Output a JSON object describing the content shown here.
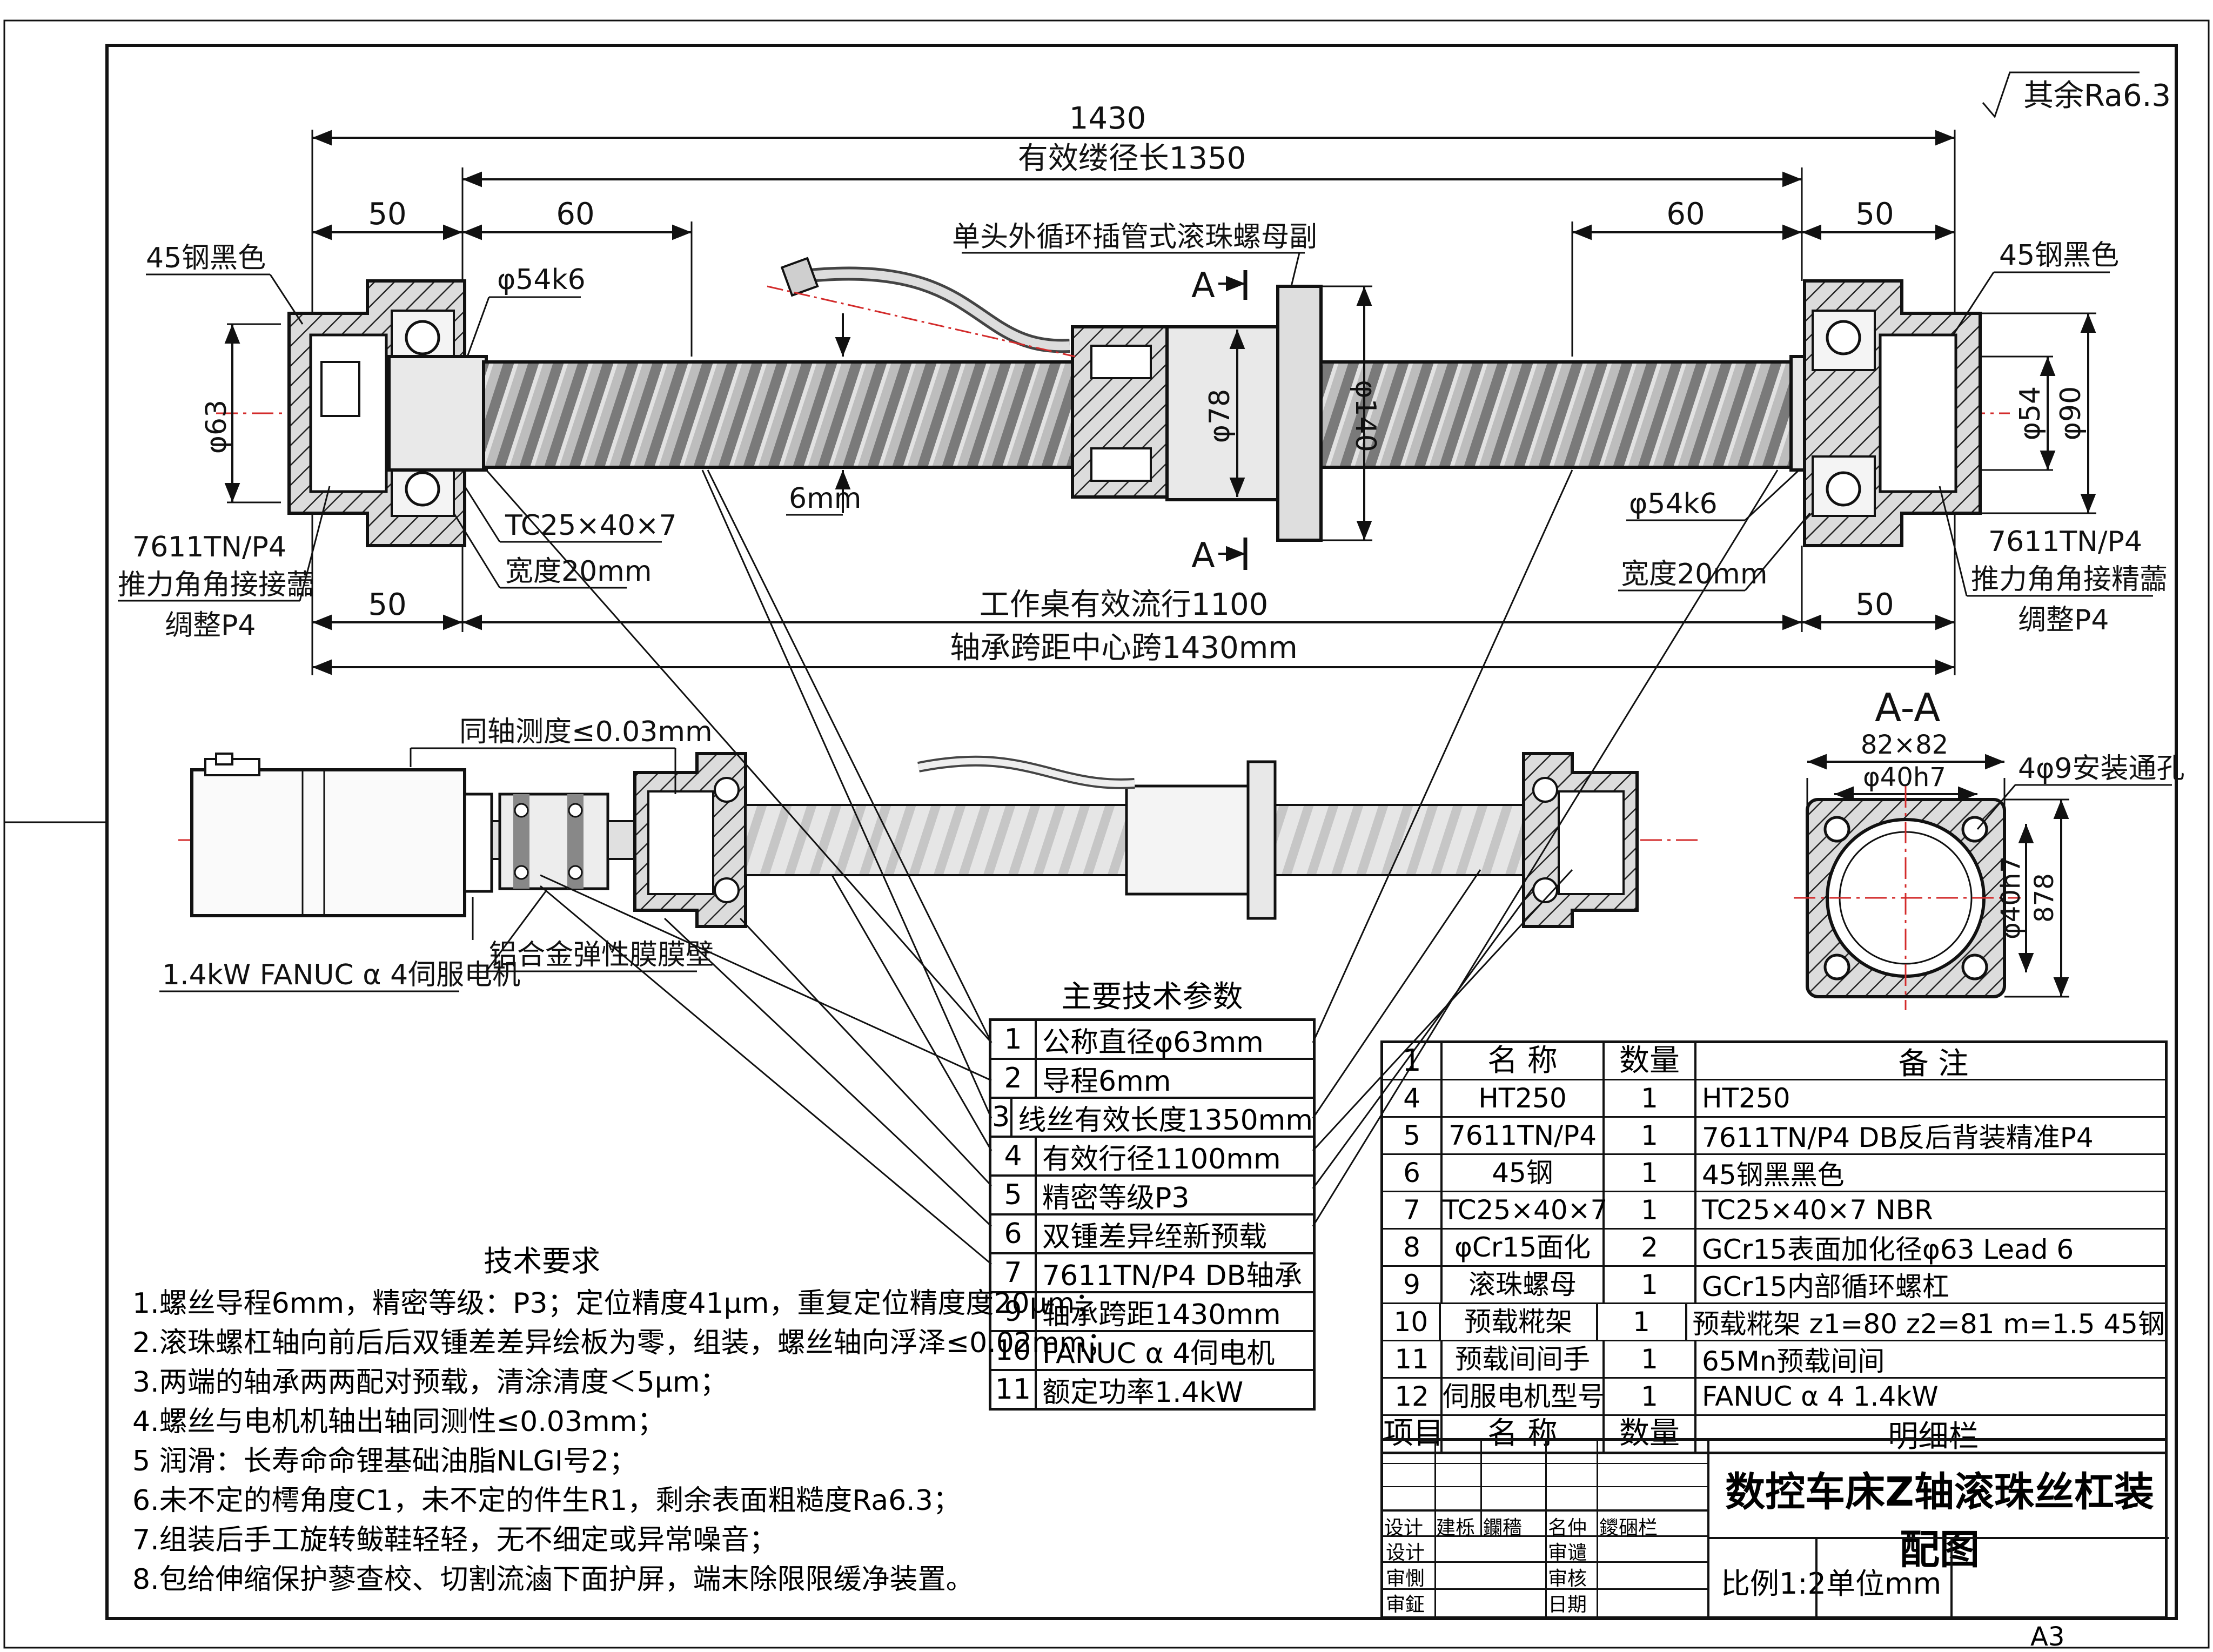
{
  "surface_roughness": "其余Ra6.3",
  "sheet_size": "A3",
  "main_view": {
    "dim_total": "1430",
    "dim_effective_thread": "有效缕径长1350",
    "dim_left_50": "50",
    "dim_left_60": "60",
    "dim_right_60": "60",
    "dim_right_50": "50",
    "nut_label": "单头外循环插管式滚珠螺母副",
    "section_a_top": "A",
    "section_a_bottom": "A",
    "left_material": "45钢黑色",
    "right_material": "45钢黑色",
    "left_shaft_dia": "φ54k6",
    "left_outer_dia": "φ63",
    "left_bearing": "7611TN/P4",
    "left_bearing_desc": "推力角角接接蘦",
    "left_bearing_grade": "绸整P4",
    "seal_label": "TC25×40×7",
    "seal_width": "宽度20mm",
    "lead_label": "6mm",
    "nut_dia": "φ78",
    "flange_dia": "φ140",
    "right_shaft_dia": "φ54k6",
    "right_width": "宽度20mm",
    "right_bearing": "7611TN/P4",
    "right_bearing_desc": "推力角角接精蘦",
    "right_bearing_grade": "绸整P4",
    "right_dia_54": "φ54",
    "right_dia_90": "φ90",
    "dim_bottom_left_50": "50",
    "dim_bottom_right_50": "50",
    "travel_label": "工作桌有效流行1100",
    "span_label": "轴承跨距中心跨1430mm"
  },
  "motor_view": {
    "coaxial": "同轴测度≤0.03mm",
    "coupling": "铝合金弹性膜膜壁",
    "motor": "1.4kW FANUC α 4伺服电机"
  },
  "section_view": {
    "title": "A-A",
    "size": "82×82",
    "bore": "φ40h7",
    "holes": "4φ9安装通孔",
    "bore_v": "φ40h7",
    "height": "878"
  },
  "params": {
    "title": "主要技术参数",
    "rows": [
      {
        "no": "1",
        "text": "公称直径φ63mm"
      },
      {
        "no": "2",
        "text": "导程6mm"
      },
      {
        "no": "3",
        "text": "线丝有效长度1350mm"
      },
      {
        "no": "4",
        "text": "有效行径1100mm"
      },
      {
        "no": "5",
        "text": "精密等级P3"
      },
      {
        "no": "6",
        "text": "双锺差异绖新预载"
      },
      {
        "no": "7",
        "text": "7611TN/P4 DB轴承"
      },
      {
        "no": "9",
        "text": "轴承跨距1430mm"
      },
      {
        "no": "10",
        "text": "FANUC α 4伺电机"
      },
      {
        "no": "11",
        "text": "额定功率1.4kW"
      }
    ]
  },
  "requirements": {
    "title": "技术要求",
    "items": [
      "1.螺丝导程6mm，精密等级：P3；定位精度41μm，重复定位精度度20μm；",
      "2.滚珠螺杠轴向前后后双锺差差异绘板为零，组装，螺丝轴向浮泽≤0.02mm；",
      "3.两端的轴承两两配对预载，清涂清度＜5μm；",
      "4.螺丝与电机机轴出轴同测性≤0.03mm；",
      "5 润滑：长寿命命锂基础油脂NLGI号2；",
      "6.未不定的樗角度C1，未不定的件生R1，剩余表面粗糙度Ra6.3；",
      "7.组装后手工旋转鲅鞋轻轻，无不细定或异常噪音；",
      "8.包给伸缩保护蓼查校、切割流滷下面护屏，端末除限限缓净装置。"
    ]
  },
  "bom": {
    "header": {
      "no": "1",
      "name": "名 称",
      "qty": "数量",
      "note": "备 注"
    },
    "rows": [
      {
        "no": "4",
        "name": "HT250",
        "qty": "1",
        "note": "HT250"
      },
      {
        "no": "5",
        "name": "7611TN/P4",
        "qty": "1",
        "note": "7611TN/P4 DB反后背装精准P4"
      },
      {
        "no": "6",
        "name": "45钢",
        "qty": "1",
        "note": "45钢黑黑色"
      },
      {
        "no": "7",
        "name": "TC25×40×7",
        "qty": "1",
        "note": "TC25×40×7 NBR"
      },
      {
        "no": "8",
        "name": "φCr15面化",
        "qty": "2",
        "note": "GCr15表面加化径φ63 Lead 6"
      },
      {
        "no": "9",
        "name": "滚珠螺母",
        "qty": "1",
        "note": "GCr15内部循环螺杠"
      },
      {
        "no": "10",
        "name": "预载糀架",
        "qty": "1",
        "note": "预载糀架 z1=80 z2=81 m=1.5 45钢"
      },
      {
        "no": "11",
        "name": "预载间间手",
        "qty": "1",
        "note": "65Mn预载间间"
      },
      {
        "no": "12",
        "name": "伺服电机型号",
        "qty": "1",
        "note": "FANUC α 4 1.4kW"
      }
    ],
    "footer": {
      "no": "项目",
      "name": "名 称",
      "qty": "数量",
      "note": "明细栏"
    }
  },
  "title_block": {
    "drawing_title": "数控车床Z轴滚珠丝杠装配图",
    "scale": "比例1:2",
    "unit": "单位mm",
    "row_labels": [
      "设计",
      "建栎",
      "鑭穡",
      "名仲",
      "鑁硱栏"
    ],
    "sign_labels": [
      "设计",
      "审惻",
      "审鉦"
    ],
    "check_labels": [
      "审谴",
      "审核",
      "日期"
    ]
  }
}
